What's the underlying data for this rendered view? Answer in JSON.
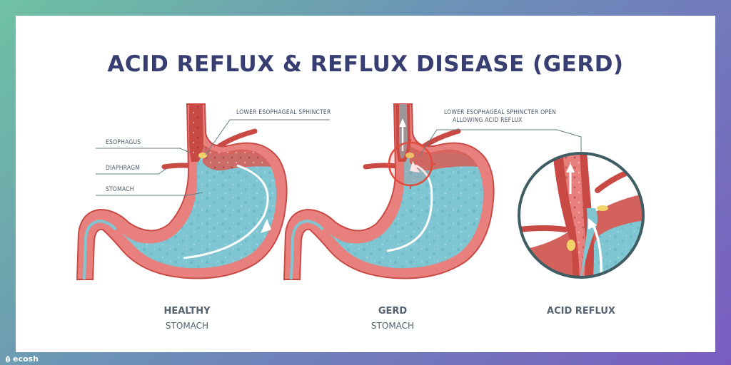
{
  "title": "ACID REFLUX & REFLUX DISEASE (GERD)",
  "labels": {
    "lower_sphincter": "LOWER ESOPHAGEAL SPHINCTER",
    "esophagus": "ESOPHAGUS",
    "diaphragm": "DIAPHRAGM",
    "stomach": "STOMACH",
    "sphincter_open_line1": "LOWER ESOPHAGEAL SPHINCTER OPEN",
    "sphincter_open_line2": "ALLOWING ACID REFLUX"
  },
  "captions": {
    "healthy_main": "HEALTHY",
    "healthy_sub": "STOMACH",
    "gerd_main": "GERD",
    "gerd_sub": "STOMACH",
    "reflux_main": "ACID REFLUX"
  },
  "brand": "ecosh",
  "colors": {
    "title": "#363e72",
    "wall": "#e8817e",
    "wall_dark": "#c94a45",
    "acid": "#7fc6d2",
    "label_line": "#5f7f86",
    "highlight": "#e24a3b"
  }
}
